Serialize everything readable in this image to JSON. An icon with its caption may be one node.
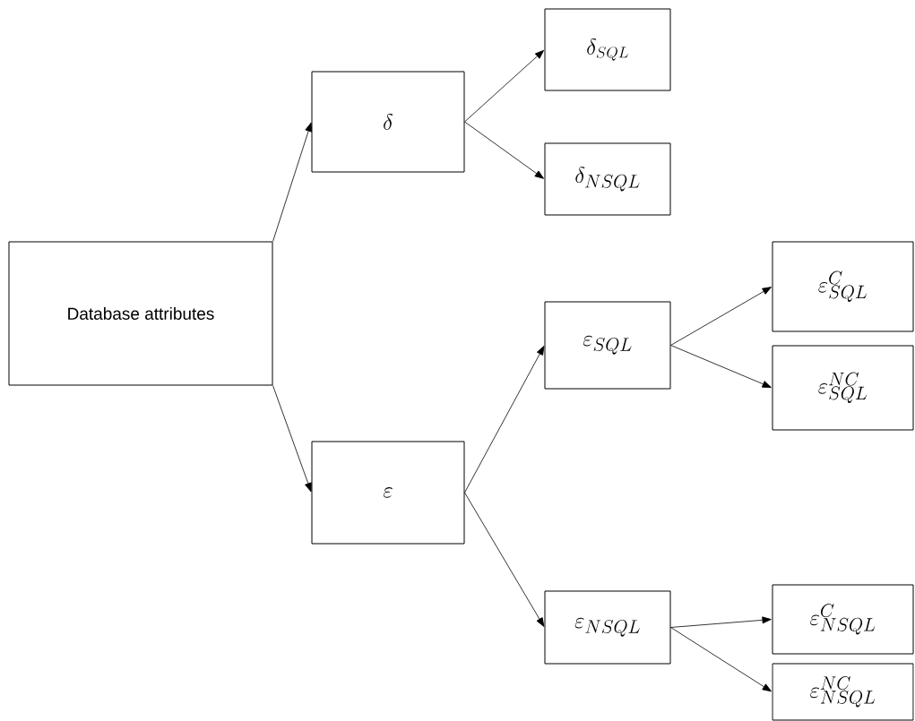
{
  "diagram": {
    "nodes": [
      {
        "text": [
          "Database attributes"
        ]
      },
      {
        "text": [
          "\\delta"
        ]
      },
      {
        "text": [
          "\\delta_{SQL}"
        ]
      },
      {
        "text": [
          "\\delta_{NSQL}"
        ]
      },
      {
        "text": [
          "\\varepsilon"
        ]
      },
      {
        "text": [
          "\\varepsilon_{SQL}"
        ]
      },
      {
        "text": [
          "\\varepsilon_{NSQL}"
        ]
      },
      {
        "text": [
          "\\varepsilon_{SQL}^{C}"
        ]
      },
      {
        "text": [
          "\\varepsilon_{SQL}^{NC}"
        ]
      },
      {
        "text": [
          "\\varepsilon_{NSQL}^{C}"
        ]
      },
      {
        "text": [
          "\\varepsilon_{NSQL}^{NC}"
        ]
      }
    ],
    "edges": [
      {
        "from": 0,
        "to": 1,
        "arrow": "to"
      },
      {
        "from": 0,
        "to": 4,
        "arrow": "to"
      },
      {
        "from": 1,
        "to": 2,
        "arrow": "to"
      },
      {
        "from": 1,
        "to": 3,
        "arrow": "to"
      },
      {
        "from": 4,
        "to": 5,
        "arrow": "to"
      },
      {
        "from": 4,
        "to": 6,
        "arrow": "to"
      },
      {
        "from": 5,
        "to": 7,
        "arrow": "to"
      },
      {
        "from": 5,
        "to": 8,
        "arrow": "to"
      },
      {
        "from": 6,
        "to": 9,
        "arrow": "to"
      },
      {
        "from": 6,
        "to": 10,
        "arrow": "to"
      }
    ]
  }
}
